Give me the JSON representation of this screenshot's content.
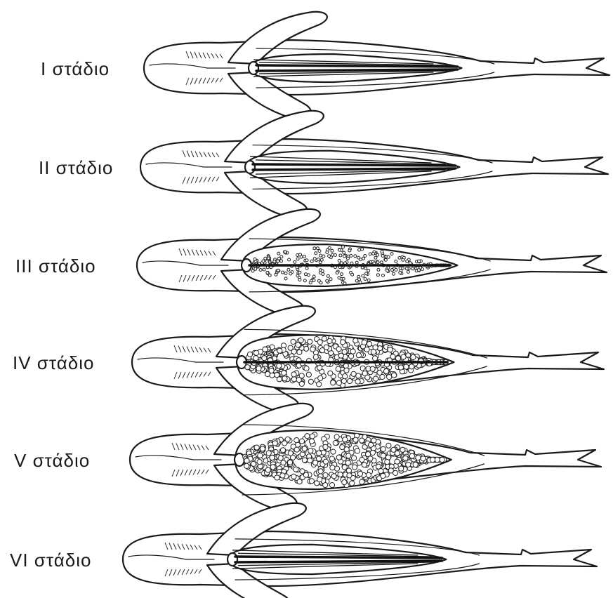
{
  "stages": [
    {
      "label": "I στάδιο",
      "fill_level": 0
    },
    {
      "label": "II στάδιο",
      "fill_level": 0.15
    },
    {
      "label": "III στάδιο",
      "fill_level": 0.45
    },
    {
      "label": "IV στάδιο",
      "fill_level": 0.85
    },
    {
      "label": "V στάδιο",
      "fill_level": 1
    },
    {
      "label": "VI στάδιο",
      "fill_level": 0.05
    }
  ]
}
